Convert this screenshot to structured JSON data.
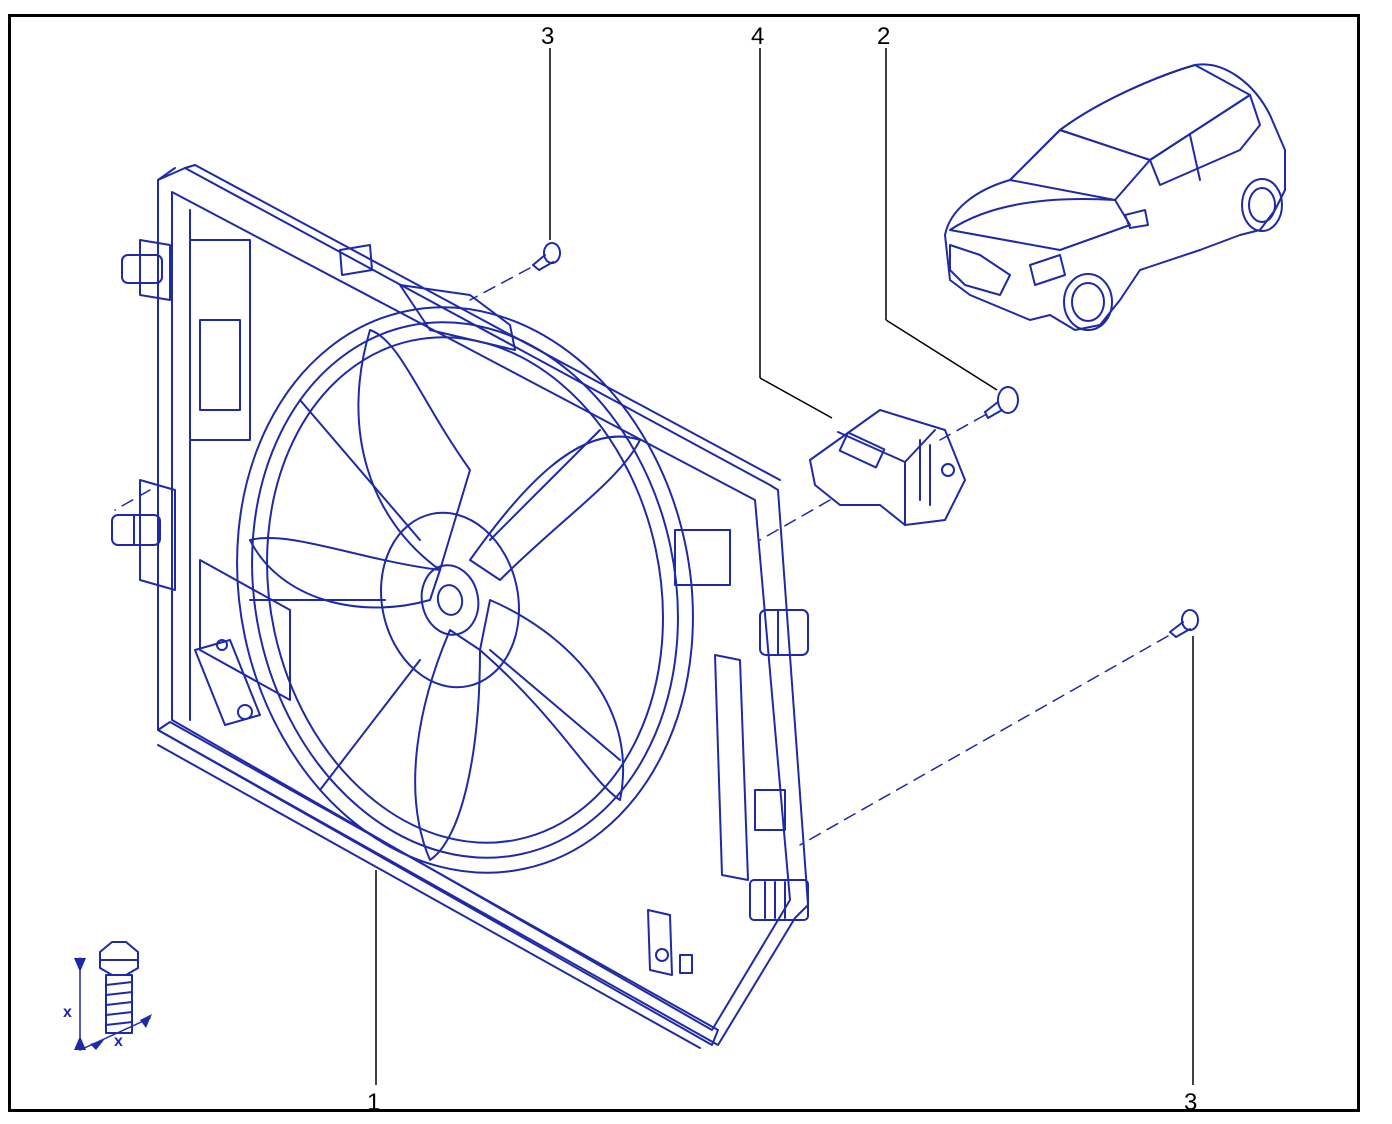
{
  "diagram": {
    "callouts": [
      {
        "id": "callout-1",
        "text": "1"
      },
      {
        "id": "callout-2",
        "text": "2"
      },
      {
        "id": "callout-3-top",
        "text": "3"
      },
      {
        "id": "callout-3-bottom",
        "text": "3"
      },
      {
        "id": "callout-4",
        "text": "4"
      }
    ],
    "torque_legend": {
      "mark_left": "x",
      "mark_bottom": "x"
    },
    "colors": {
      "line": "#1e2aa6",
      "label": "#000000",
      "frame": "#000000"
    }
  }
}
